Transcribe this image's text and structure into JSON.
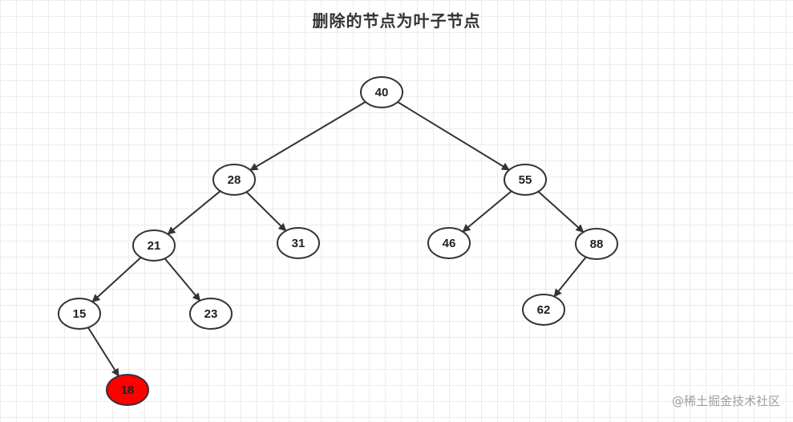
{
  "title": "删除的节点为叶子节点",
  "watermark": "@稀土掘金技术社区",
  "colors": {
    "node_fill": "#ffffff",
    "node_stroke": "#333333",
    "highlight_fill": "#ff0000",
    "edge": "#333333"
  },
  "tree": {
    "nodes": [
      {
        "id": "n40",
        "label": "40",
        "highlighted": false
      },
      {
        "id": "n28",
        "label": "28",
        "highlighted": false
      },
      {
        "id": "n55",
        "label": "55",
        "highlighted": false
      },
      {
        "id": "n21",
        "label": "21",
        "highlighted": false
      },
      {
        "id": "n31",
        "label": "31",
        "highlighted": false
      },
      {
        "id": "n46",
        "label": "46",
        "highlighted": false
      },
      {
        "id": "n88",
        "label": "88",
        "highlighted": false
      },
      {
        "id": "n15",
        "label": "15",
        "highlighted": false
      },
      {
        "id": "n23",
        "label": "23",
        "highlighted": false
      },
      {
        "id": "n62",
        "label": "62",
        "highlighted": false
      },
      {
        "id": "n18",
        "label": "18",
        "highlighted": true
      }
    ],
    "edges": [
      {
        "from": "n40",
        "to": "n28"
      },
      {
        "from": "n40",
        "to": "n55"
      },
      {
        "from": "n28",
        "to": "n21"
      },
      {
        "from": "n28",
        "to": "n31"
      },
      {
        "from": "n55",
        "to": "n46"
      },
      {
        "from": "n55",
        "to": "n88"
      },
      {
        "from": "n21",
        "to": "n15"
      },
      {
        "from": "n21",
        "to": "n23"
      },
      {
        "from": "n88",
        "to": "n62"
      },
      {
        "from": "n15",
        "to": "n18"
      }
    ]
  }
}
